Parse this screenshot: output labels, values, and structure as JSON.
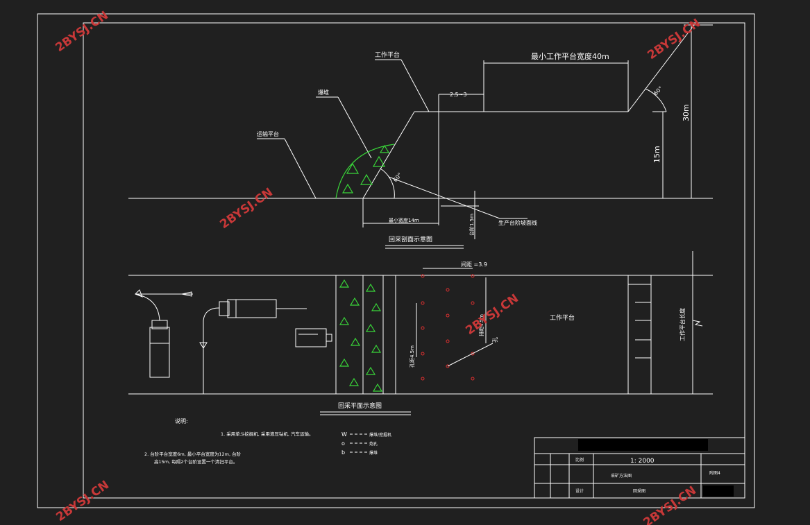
{
  "watermark": "2BYSJ.CN",
  "section_top": {
    "caption": "回采剖面示意图",
    "labels": {
      "work_platform": "工作平台",
      "min_width": "最小工作平台宽度40m",
      "gap": "2.5~3",
      "angle_right": "60°",
      "height_30": "30m",
      "height_15": "15m",
      "blasthole": "爆堆",
      "transport_platform": "运输平台",
      "angle_left": "60°",
      "safety_width": "最小宽度14m",
      "step_height": "台阶1.5m",
      "production_line": "生产台阶坡面线"
    }
  },
  "section_bottom": {
    "caption": "回采平面示意图",
    "labels": {
      "spacing": "间距 =3.9",
      "row_spacing": "孔距4.5m",
      "hole_spacing": "排距4.5m",
      "hole": "孔",
      "work_platform": "工作平台",
      "platform_width": "工作平台长度"
    }
  },
  "notes": {
    "title": "说明:",
    "line1": "1. 采用单斗挖掘机, 采用液压钻机, 汽车运输。",
    "line2": "2. 台阶平台宽度6m, 最小平台宽度为12m, 台阶",
    "line3": "高15m, 每隔2个台阶设置一个清扫平台。"
  },
  "legend": [
    {
      "symbol": "W",
      "label": "爆堆/挖掘机"
    },
    {
      "symbol": "o",
      "label": "炮孔"
    },
    {
      "symbol": "b",
      "label": "爆堆"
    }
  ],
  "title_block": {
    "scale_label": "比例",
    "scale_value": "1: 2000",
    "drawing_name": "采矿方法图",
    "drawing_no": "附图4",
    "designer_label": "设计",
    "designer_value": "回采图"
  }
}
